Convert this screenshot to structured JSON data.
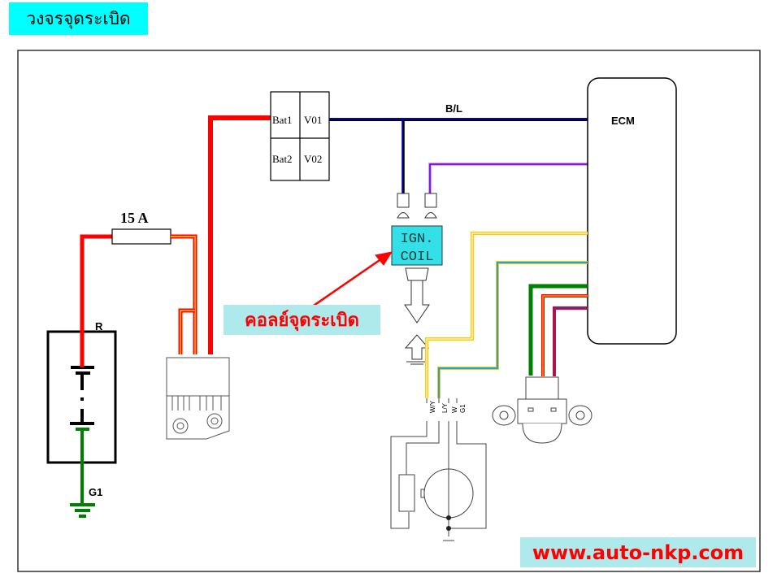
{
  "title": "วงจรจุดระเบิด",
  "colors": {
    "title_bg": "#00ffff",
    "red_wire": "#ff0000",
    "green_wire": "#008000",
    "blue_wire": "#0000ff",
    "yellow_wire": "#ffcc00",
    "callout_bg": "#aeeaec",
    "callout_text": "#ff0000",
    "coil_bg": "#33e0e8"
  },
  "diagram": {
    "fuse_label": "15 A",
    "battery_positive_label": "R",
    "ground_label": "G1",
    "switch_block": {
      "cells": [
        "Bat1",
        "V01",
        "Bat2",
        "V02"
      ]
    },
    "wire_label_bl": "B/L",
    "ecm_label": "ECM",
    "coil_label_line1": "IGN.",
    "coil_label_line2": "COIL",
    "pickup_pins": [
      "W/Y",
      "L/Y",
      "W",
      "G1"
    ],
    "callout_text": "คอลย์จุดระเบิด",
    "website": "www.auto-nkp.com"
  }
}
